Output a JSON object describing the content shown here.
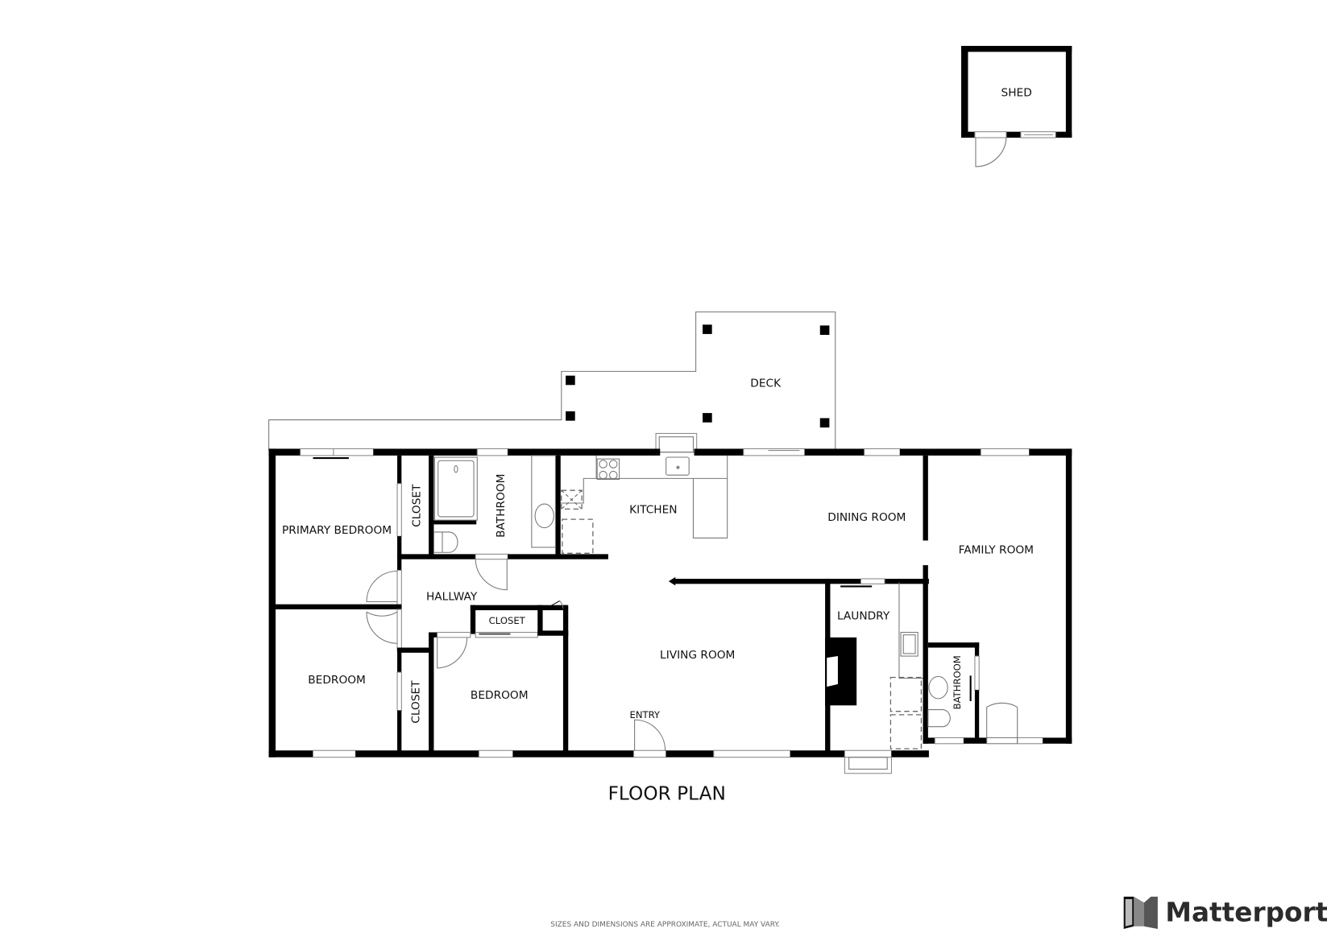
{
  "plan": {
    "title": "FLOOR PLAN",
    "disclaimer": "SIZES AND DIMENSIONS ARE APPROXIMATE, ACTUAL MAY VARY.",
    "brand": "Matterport",
    "brand_icon": "matterport-logo-icon"
  },
  "rooms": {
    "shed": "SHED",
    "deck": "DECK",
    "primary_bedroom": "PRIMARY BEDROOM",
    "closet_primary": "CLOSET",
    "bathroom_main": "BATHROOM",
    "kitchen": "KITCHEN",
    "dining_room": "DINING ROOM",
    "family_room": "FAMILY ROOM",
    "hallway": "HALLWAY",
    "closet_hall": "CLOSET",
    "bedroom_left": "BEDROOM",
    "closet_left": "CLOSET",
    "bedroom_middle": "BEDROOM",
    "living_room": "LIVING ROOM",
    "entry": "ENTRY",
    "laundry": "LAUNDRY",
    "bathroom_family": "BATHROOM"
  },
  "colors": {
    "wall": "#000000",
    "fixture_line": "#777777",
    "background": "#ffffff",
    "label": "#111111"
  }
}
